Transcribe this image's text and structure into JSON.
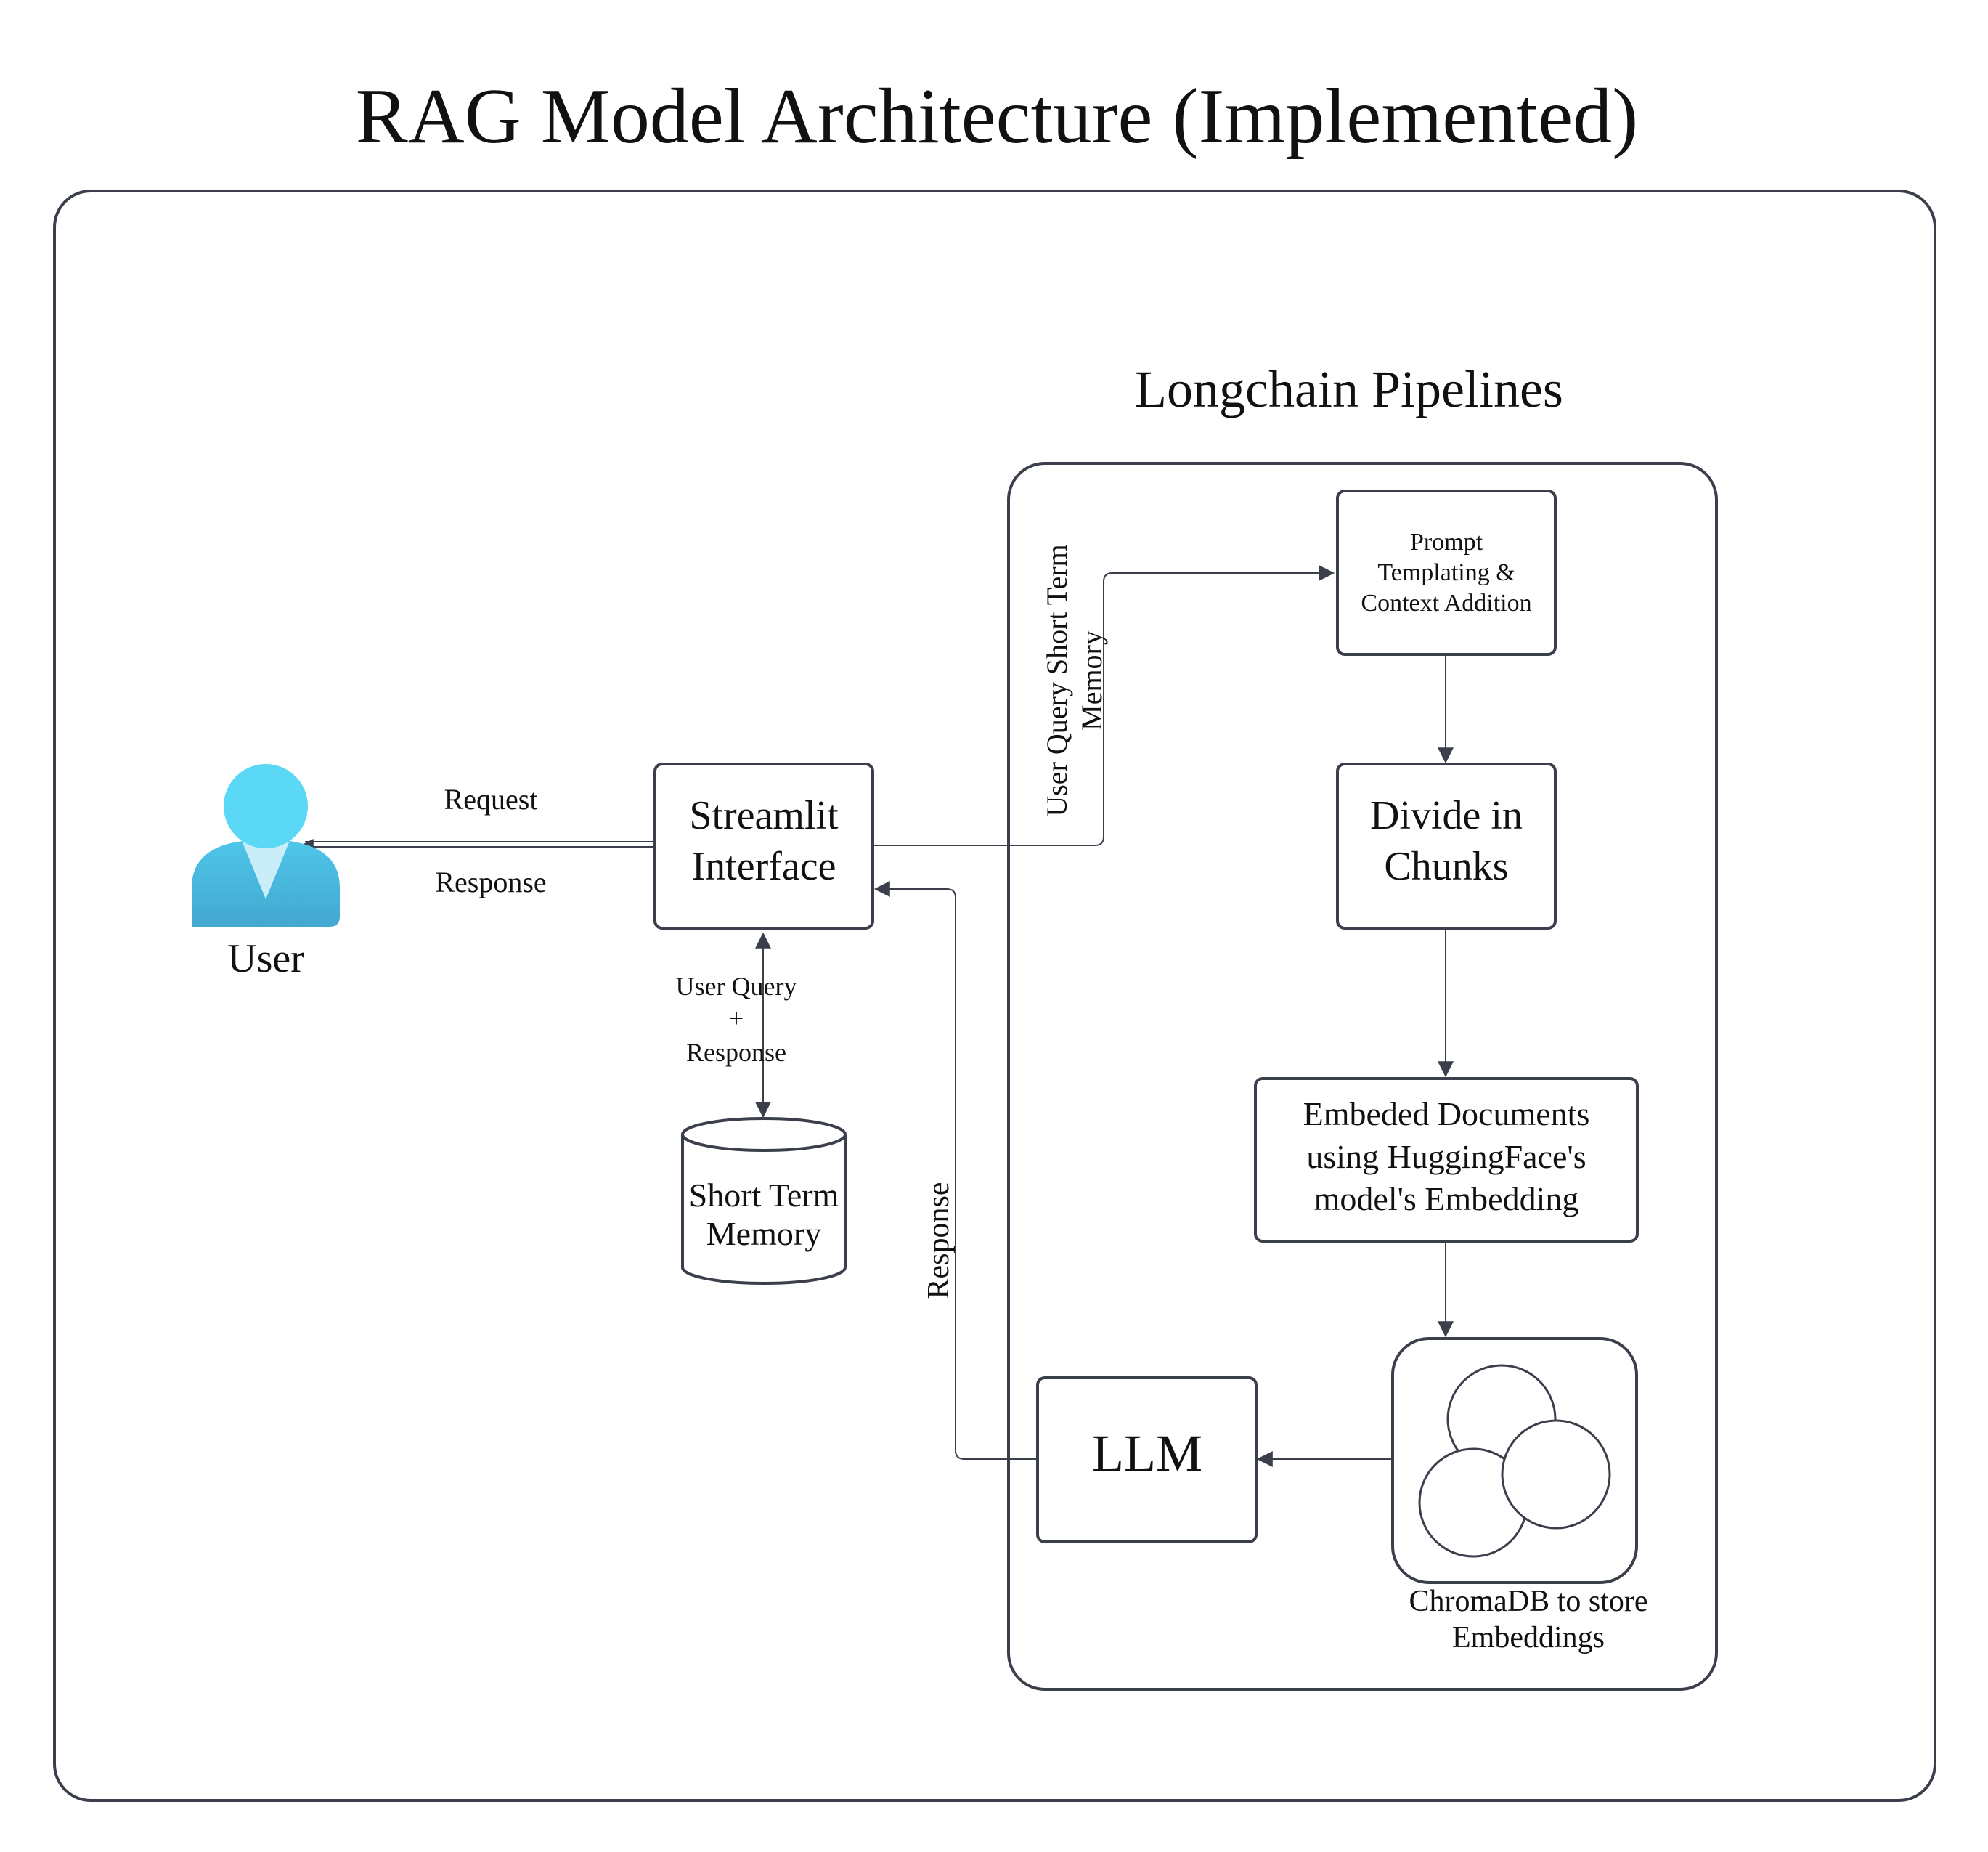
{
  "title": "RAG Model Architecture (Implemented)",
  "pipeline_group": {
    "label": "Longchain Pipelines"
  },
  "nodes": {
    "user": {
      "label": "User",
      "icon": "user-icon"
    },
    "streamlit": {
      "line1": "Streamlit",
      "line2": "Interface"
    },
    "memory": {
      "line1": "Short Term",
      "line2": "Memory",
      "icon": "database-cylinder-icon"
    },
    "prompt": {
      "line1": "Prompt",
      "line2": "Templating &",
      "line3": "Context Addition"
    },
    "chunks": {
      "line1": "Divide in",
      "line2": "Chunks"
    },
    "embed": {
      "line1": "Embeded Documents",
      "line2": "using HuggingFace's",
      "line3": "model's Embedding"
    },
    "chroma": {
      "line1": "ChromaDB to store",
      "line2": "Embeddings",
      "icon": "overlapping-circles-icon"
    },
    "llm": {
      "label": "LLM"
    }
  },
  "edges": {
    "request": "Request",
    "response_user": "Response",
    "memory_line1": "User Query",
    "memory_line2": "+",
    "memory_line3": "Response",
    "query_memory_line1": "User Query Short Term",
    "query_memory_line2": "Memory",
    "llm_response": "Response"
  },
  "colors": {
    "stroke": "#3a3f4b",
    "user_head": "#5ad8f5",
    "user_body_top": "#4fc6ea",
    "user_body_bottom": "#43a8cf",
    "user_collar": "#c9eefa"
  }
}
